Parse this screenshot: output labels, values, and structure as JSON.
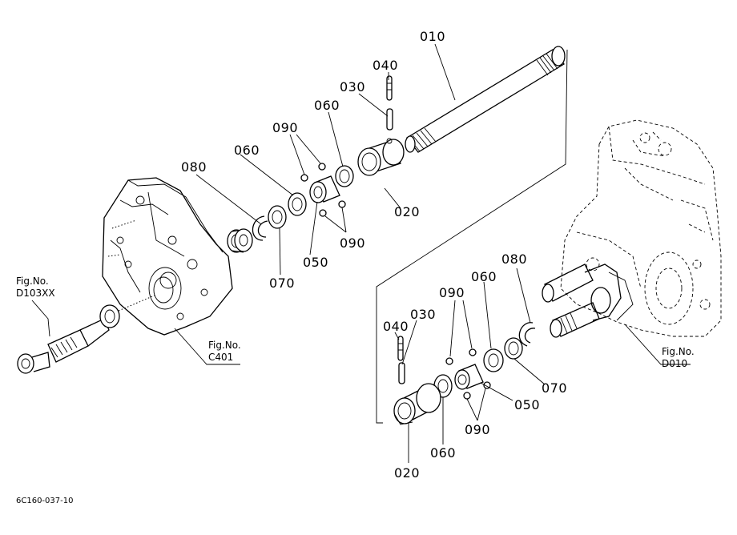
{
  "part_labels": [
    {
      "id": "p010_top",
      "text": "010"
    },
    {
      "id": "p040_top",
      "text": "040"
    },
    {
      "id": "p030_top",
      "text": "030"
    },
    {
      "id": "p060_top_r",
      "text": "060"
    },
    {
      "id": "p090_top_a",
      "text": "090"
    },
    {
      "id": "p060_top_l",
      "text": "060"
    },
    {
      "id": "p080_top",
      "text": "080"
    },
    {
      "id": "p020_top",
      "text": "020"
    },
    {
      "id": "p090_top_b",
      "text": "090"
    },
    {
      "id": "p050_top",
      "text": "050"
    },
    {
      "id": "p070_top",
      "text": "070"
    },
    {
      "id": "p090_bot_a",
      "text": "090"
    },
    {
      "id": "p060_bot_a",
      "text": "060"
    },
    {
      "id": "p080_bot",
      "text": "080"
    },
    {
      "id": "p040_bot",
      "text": "040"
    },
    {
      "id": "p030_bot",
      "text": "030"
    },
    {
      "id": "p070_bot",
      "text": "070"
    },
    {
      "id": "p050_bot",
      "text": "050"
    },
    {
      "id": "p090_bot_b",
      "text": "090"
    },
    {
      "id": "p060_bot_b",
      "text": "060"
    },
    {
      "id": "p020_bot",
      "text": "020"
    }
  ],
  "figure_refs": [
    {
      "id": "fig_d103xx",
      "line1": "Fig.No.",
      "line2": "D103XX"
    },
    {
      "id": "fig_c401",
      "line1": "Fig.No.",
      "line2": "C401"
    },
    {
      "id": "fig_d010",
      "line1": "Fig.No.",
      "line2": "D010"
    }
  ],
  "drawing_code": "6C160-037-10"
}
